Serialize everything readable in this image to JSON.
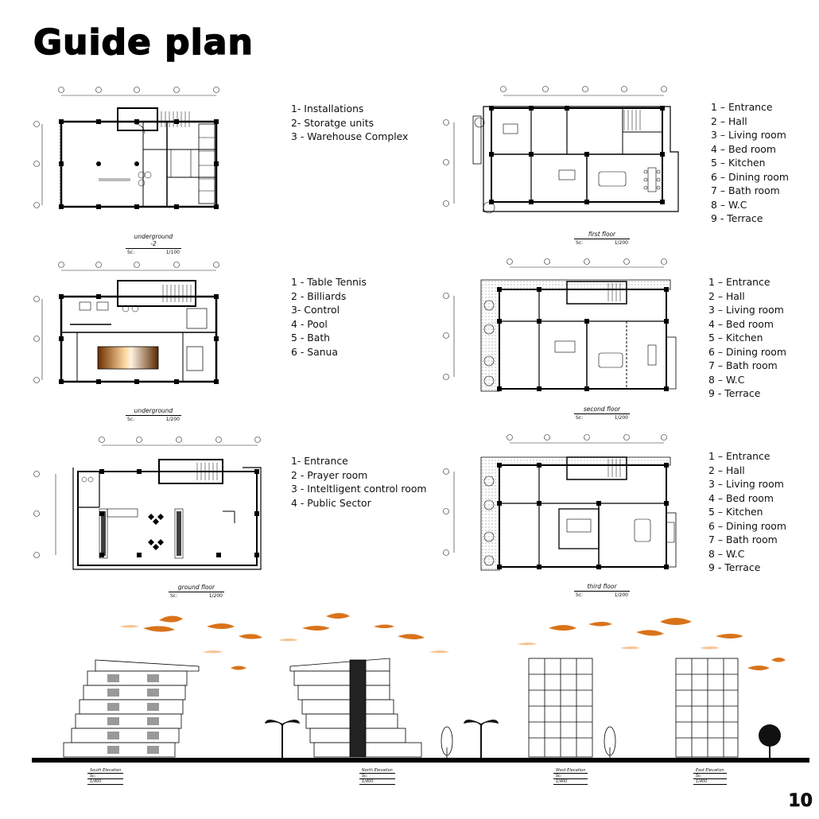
{
  "title": "Guide plan",
  "page_number": "10",
  "plans": [
    {
      "id": "underground-2",
      "caption": "underground -2",
      "scale_label": "Sc:",
      "scale": "1/100",
      "legend": [
        "1- Installations",
        "2- Storatge units",
        "3 - Warehouse Complex"
      ]
    },
    {
      "id": "underground",
      "caption": "underground",
      "scale_label": "Sc:",
      "scale": "1/200",
      "legend": [
        "1 - Table Tennis",
        "2 - Billiards",
        "3- Control",
        "4 - Pool",
        "5 - Bath",
        "6 - Sanua"
      ]
    },
    {
      "id": "ground-floor",
      "caption": "ground floor",
      "scale_label": "Sc:",
      "scale": "1/200",
      "legend": [
        "1-  Entrance",
        "2 - Prayer room",
        "3 - Inteltligent control room",
        "4 - Public Sector"
      ]
    },
    {
      "id": "first-floor",
      "caption": "first floor",
      "scale_label": "Sc:",
      "scale": "1/200",
      "legend": [
        "1 – Entrance",
        "2 – Hall",
        "3 – Living room",
        "4 – Bed room",
        "5 – Kitchen",
        "6 – Dining room",
        "7 – Bath room",
        "8 – W.C",
        "9 - Terrace"
      ]
    },
    {
      "id": "second-floor",
      "caption": "second floor",
      "scale_label": "Sc:",
      "scale": "1/200",
      "legend": [
        "1 – Entrance",
        "2 – Hall",
        "3 – Living room",
        "4 – Bed room",
        "5 – Kitchen",
        "6 – Dining room",
        "7 – Bath room",
        "8 – W.C",
        "9 - Terrace"
      ]
    },
    {
      "id": "third-floor",
      "caption": "third floor",
      "scale_label": "Sc:",
      "scale": "1/200",
      "legend": [
        "1 – Entrance",
        "2 – Hall",
        "3 – Living room",
        "4 – Bed room",
        "5 – Kitchen",
        "6 – Dining room",
        "7 – Bath room",
        "8 – W.C",
        "9 - Terrace"
      ]
    }
  ],
  "elevations": [
    {
      "caption": "South Elevation",
      "scale_label": "Sc:",
      "scale": "1/400"
    },
    {
      "caption": "North Elevation",
      "scale_label": "Sc:",
      "scale": "1/400"
    },
    {
      "caption": "West Elevation",
      "scale_label": "Sc:",
      "scale": "1/400"
    },
    {
      "caption": "East Elevation",
      "scale_label": "Sc:",
      "scale": "1/400"
    }
  ],
  "colors": {
    "accent": "#d9731a",
    "accent_light": "#f0a050",
    "ink": "#111111"
  }
}
